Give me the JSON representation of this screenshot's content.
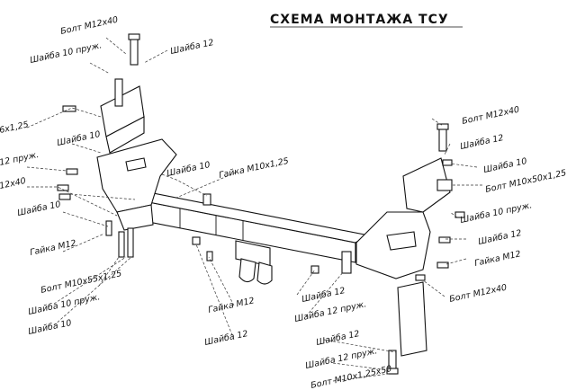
{
  "title": "СХЕМА МОНТАЖА ТСУ",
  "labels": {
    "bolt_m12x40_top_left": "Болт M12x40",
    "washer_10_spring_top_left": "Шайба 10 пруж.",
    "washer_12_top_left": "Шайба 12",
    "fragment_m10x1_25": "6x1,25",
    "washer_10_left": "Шайба 10",
    "fragment_12_spring": "12 пруж.",
    "fragment_m12x40": "12x40",
    "washer_10_left_lower": "Шайба 10",
    "nut_m12_left": "Гайка M12",
    "washer_10_center": "Шайба 10",
    "nut_m10x1_25_center": "Гайка M10x1,25",
    "bolt_m10x55_left": "Болт M10x55x1,25",
    "washer_10_spring_left": "Шайба 10 пруж.",
    "washer_10_bottom_left": "Шайба 10",
    "nut_m12_center": "Гайка M12",
    "washer_12_center": "Шайба 12",
    "bolt_m12x40_right_top": "Болт M12x40",
    "washer_12_right": "Шайба 12",
    "washer_10_right": "Шайба 10",
    "bolt_m10x50_right": "Болт M10x50x1,25",
    "washer_10_spring_right": "Шайба 10 пруж.",
    "washer_12_right_lower": "Шайба 12",
    "nut_m12_right": "Гайка M12",
    "bolt_m12x40_right_bottom": "Болт M12x40",
    "washer_12_bottom_center": "Шайба 12",
    "washer_12_spring_bottom_center": "Шайба 12 пруж.",
    "washer_12_lower_center": "Шайба 12",
    "washer_12_spring_lower": "Шайба 12 пруж.",
    "bolt_m10x1_25x50_bottom": "Болт M10x1,25x50"
  }
}
